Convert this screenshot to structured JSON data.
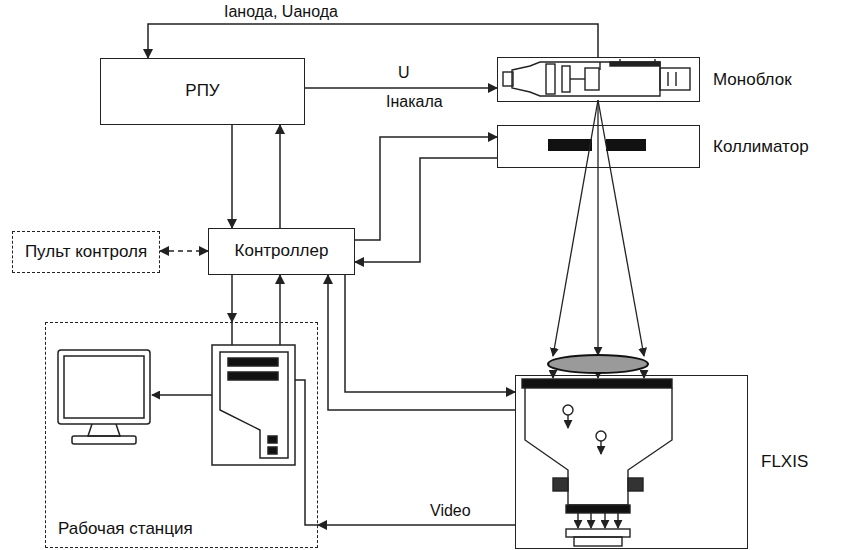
{
  "diagram": {
    "nodes": [
      {
        "text": [
          "РПУ"
        ]
      },
      {
        "text": [
          "Моноблок"
        ]
      },
      {
        "text": [
          "Коллиматор"
        ]
      },
      {
        "text": [
          "Пульт контроля"
        ]
      },
      {
        "text": [
          "Контроллер"
        ]
      },
      {
        "text": [
          "Рабочая станция"
        ]
      },
      {
        "text": [
          "FLXIS"
        ]
      }
    ],
    "edges": [
      {
        "from": 1,
        "to": 0,
        "arrow": "to",
        "label": "Iанода, Uанода"
      },
      {
        "from": 0,
        "to": 1,
        "arrow": "to",
        "label": "U"
      },
      {
        "from": 0,
        "to": 4,
        "arrow": "to"
      },
      {
        "from": 4,
        "to": 0,
        "arrow": "to"
      },
      {
        "from": 3,
        "to": 4,
        "arrow": "both"
      },
      {
        "from": 4,
        "to": 2,
        "arrow": "to"
      },
      {
        "from": 2,
        "to": 4,
        "arrow": "to"
      },
      {
        "from": 4,
        "to": 5,
        "arrow": "to"
      },
      {
        "from": 5,
        "to": 4,
        "arrow": "to"
      },
      {
        "from": 4,
        "to": 6,
        "arrow": "to"
      },
      {
        "from": 6,
        "to": 4,
        "arrow": "to"
      },
      {
        "from": 6,
        "to": 5,
        "arrow": "to",
        "label": "Video"
      }
    ],
    "labels": [
      "Iнакала"
    ]
  }
}
